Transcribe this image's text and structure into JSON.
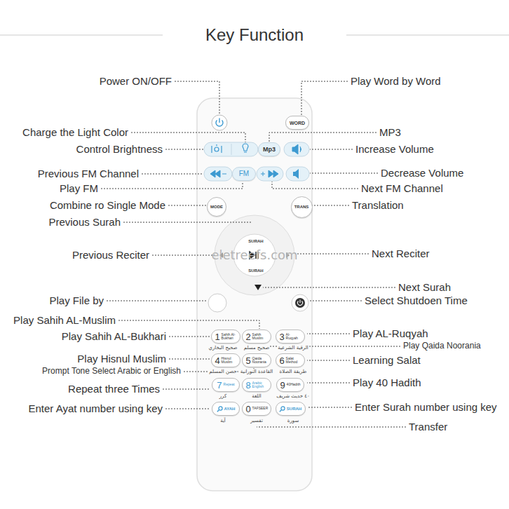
{
  "diagram": {
    "title": "Key Function",
    "nodes": [
      {
        "text": [
          "WORD"
        ]
      },
      {
        "text": [
          "Mp3"
        ]
      },
      {
        "text": [
          "FM"
        ]
      },
      {
        "text": [
          "MODE"
        ]
      },
      {
        "text": [
          "TRANS"
        ]
      },
      {
        "text": [
          "1",
          "Sahih Al-Bukhari"
        ]
      },
      {
        "text": [
          "2",
          "Sahih Muslim"
        ]
      },
      {
        "text": [
          "3",
          "Al-Ruqyah"
        ]
      },
      {
        "text": [
          "4",
          "Hisnul Muslim"
        ]
      },
      {
        "text": [
          "5",
          "Qaida Noorania"
        ]
      },
      {
        "text": [
          "6",
          "Salat Method"
        ]
      },
      {
        "text": [
          "7",
          "Repeat"
        ]
      },
      {
        "text": [
          "8",
          "Arabic English"
        ]
      },
      {
        "text": [
          "9",
          "40Hadith"
        ]
      },
      {
        "text": [
          "AYAH"
        ]
      },
      {
        "text": [
          "0",
          "TAFSEER"
        ]
      },
      {
        "text": [
          "SURAH"
        ]
      }
    ],
    "labels": [
      "Power ON/OFF",
      "Charge the Light Color",
      "Control Brightness",
      "Previous FM Channel",
      "Play FM",
      "Combine ro Single Mode",
      "Previous Surah",
      "Previous Reciter",
      "Play File by",
      "Play Sahih AL-Muslim",
      "Play Sahih AL-Bukhari",
      "Play Hisnul Muslim",
      "Prompt Tone Select Arabic or English",
      "Repeat three Times",
      "Enter Ayat number using key",
      "Play Word by Word",
      "MP3",
      "Increase Volume",
      "Decrease Volume",
      "Next FM Channel",
      "Translation",
      "Next Reciter",
      "Next Surah",
      "Select Shutdoen Time",
      "Play AL-Ruqyah",
      "Play Qaida Noorania",
      "Learning Salat",
      "Play 40 Hadith",
      "Enter Surah number using key",
      "Transfer",
      "SURAH",
      "SURAH",
      "eletreefs.com",
      "صحيح البخاري",
      "صحيح مسلم",
      "الرقية الشرعية",
      "حصن المسلم",
      "القاعدة النورانية",
      "طريقة الصلاة",
      "كرر",
      "اللغة",
      "٤٠ حديث شريف",
      "آية",
      "تفسير",
      "سورة"
    ]
  }
}
